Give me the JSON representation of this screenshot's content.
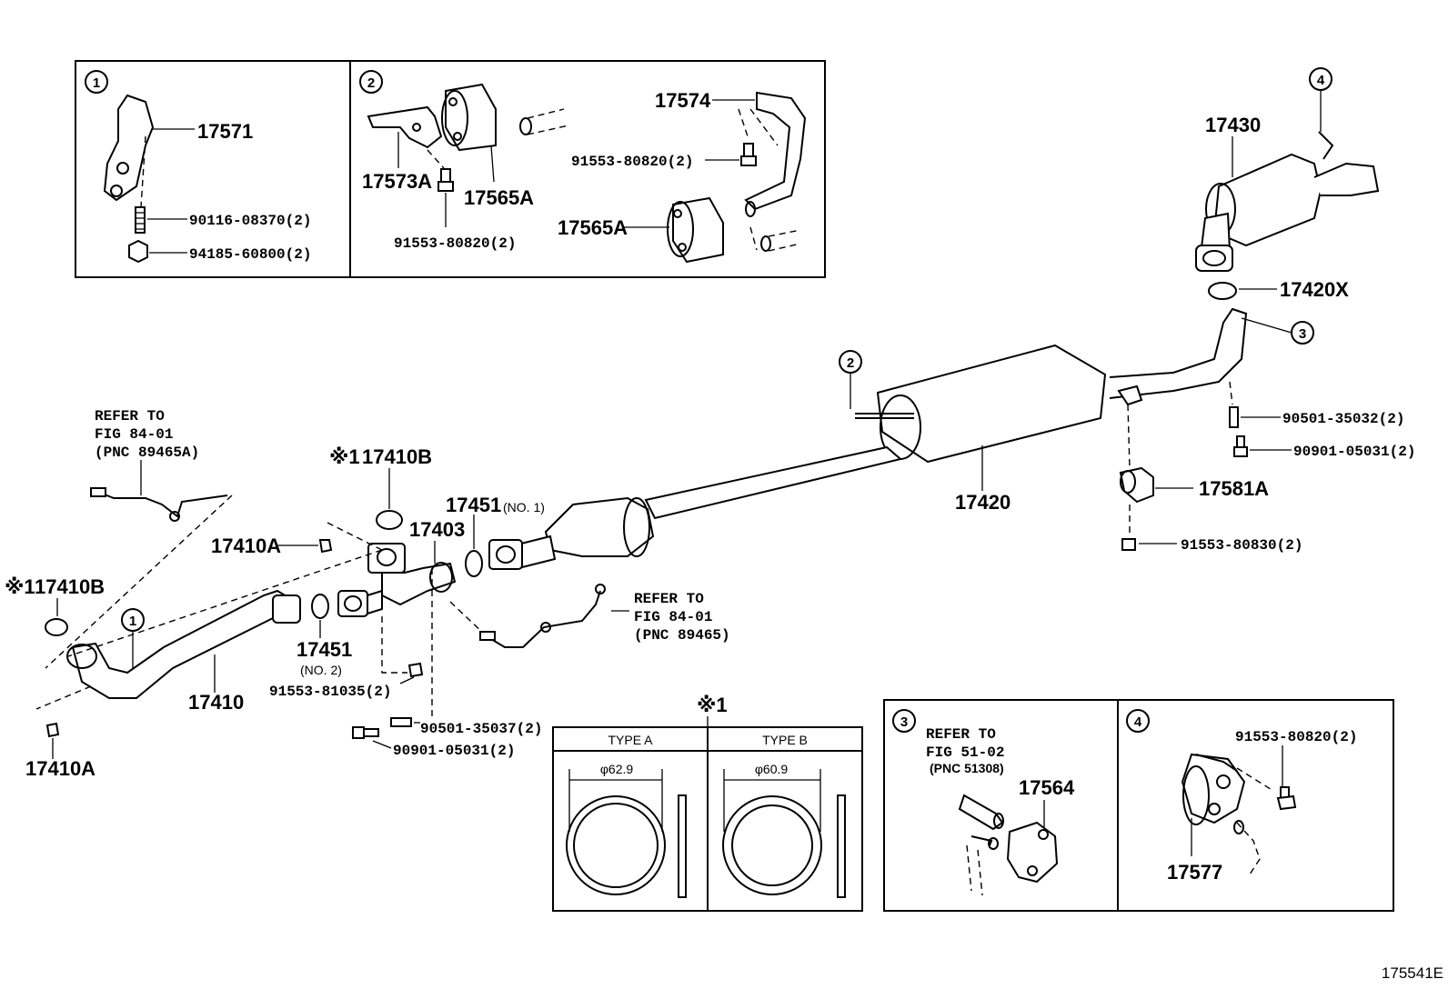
{
  "figure_id": "175541E",
  "refer_to": {
    "sensor_upper": {
      "line1": "REFER TO",
      "line2": "FIG 84-01",
      "line3": "(PNC 89465A)"
    },
    "sensor_lower": {
      "line1": "REFER TO",
      "line2": "FIG 84-01",
      "line3": "(PNC 89465)"
    },
    "box3": {
      "line1": "REFER TO",
      "line2": "FIG 51-02",
      "line3": "(PNC 51308)"
    }
  },
  "parts": {
    "p17571": "17571",
    "p90116": "90116-08370(2)",
    "p94185": "94185-60800(2)",
    "p17573A": "17573A",
    "p17565A_top": "17565A",
    "p91553_box2a": "91553-80820(2)",
    "p17574": "17574",
    "p91553_box2b": "91553-80820(2)",
    "p17565A_mid": "17565A",
    "p17430": "17430",
    "p17420X": "17420X",
    "p90501_35032": "90501-35032(2)",
    "p90901_05031_right": "90901-05031(2)",
    "p17581A": "17581A",
    "p91553_80830": "91553-80830(2)",
    "p17420": "17420",
    "p17410B_top": "17410B",
    "p17410A_top": "17410A",
    "p17451_no1": "17451",
    "p17451_no1_sub": "(NO. 1)",
    "p17403": "17403",
    "p17410B_left": "17410B",
    "p17451_no2": "17451",
    "p17451_no2_sub": "(NO. 2)",
    "p17410": "17410",
    "p91553_81035": "91553-81035(2)",
    "p90501_35037": "90501-35037(2)",
    "p90901_05031_left": "90901-05031(2)",
    "p17410A_bottom": "17410A",
    "p17564": "17564",
    "p91553_box4": "91553-80820(2)",
    "p17577": "17577"
  },
  "markers": {
    "c1": "1",
    "c2": "2",
    "c3": "3",
    "c4": "4",
    "note_symbol": "※1",
    "note_symbol_short": "※"
  },
  "gasket_types": {
    "type_a": {
      "label": "TYPE A",
      "diameter": "φ62.9"
    },
    "type_b": {
      "label": "TYPE B",
      "diameter": "φ60.9"
    }
  }
}
